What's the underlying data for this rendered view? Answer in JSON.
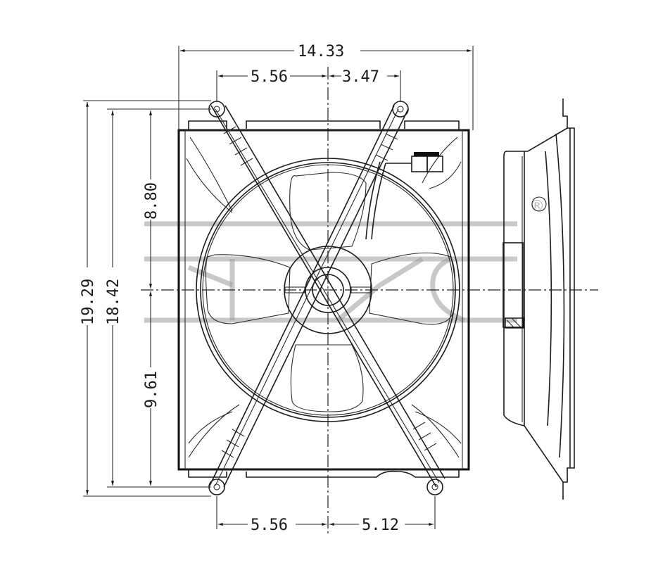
{
  "diagram": {
    "subject": "radiator cooling fan assembly technical drawing",
    "views": [
      "front-view",
      "side-view"
    ],
    "watermark": {
      "text": "TYC",
      "mark": "®"
    },
    "dimensions": {
      "overall_width": "14.33",
      "top_left_mount": "5.56",
      "top_right_mount": "3.47",
      "bottom_left_mount": "5.56",
      "bottom_right_mount": "5.12",
      "overall_height": "19.29",
      "mount_height": "18.42",
      "upper_height": "8.80",
      "lower_height": "9.61"
    },
    "colors": {
      "line": "#1c1c1c",
      "background": "#ffffff",
      "watermark": "#9a9a9a"
    }
  }
}
